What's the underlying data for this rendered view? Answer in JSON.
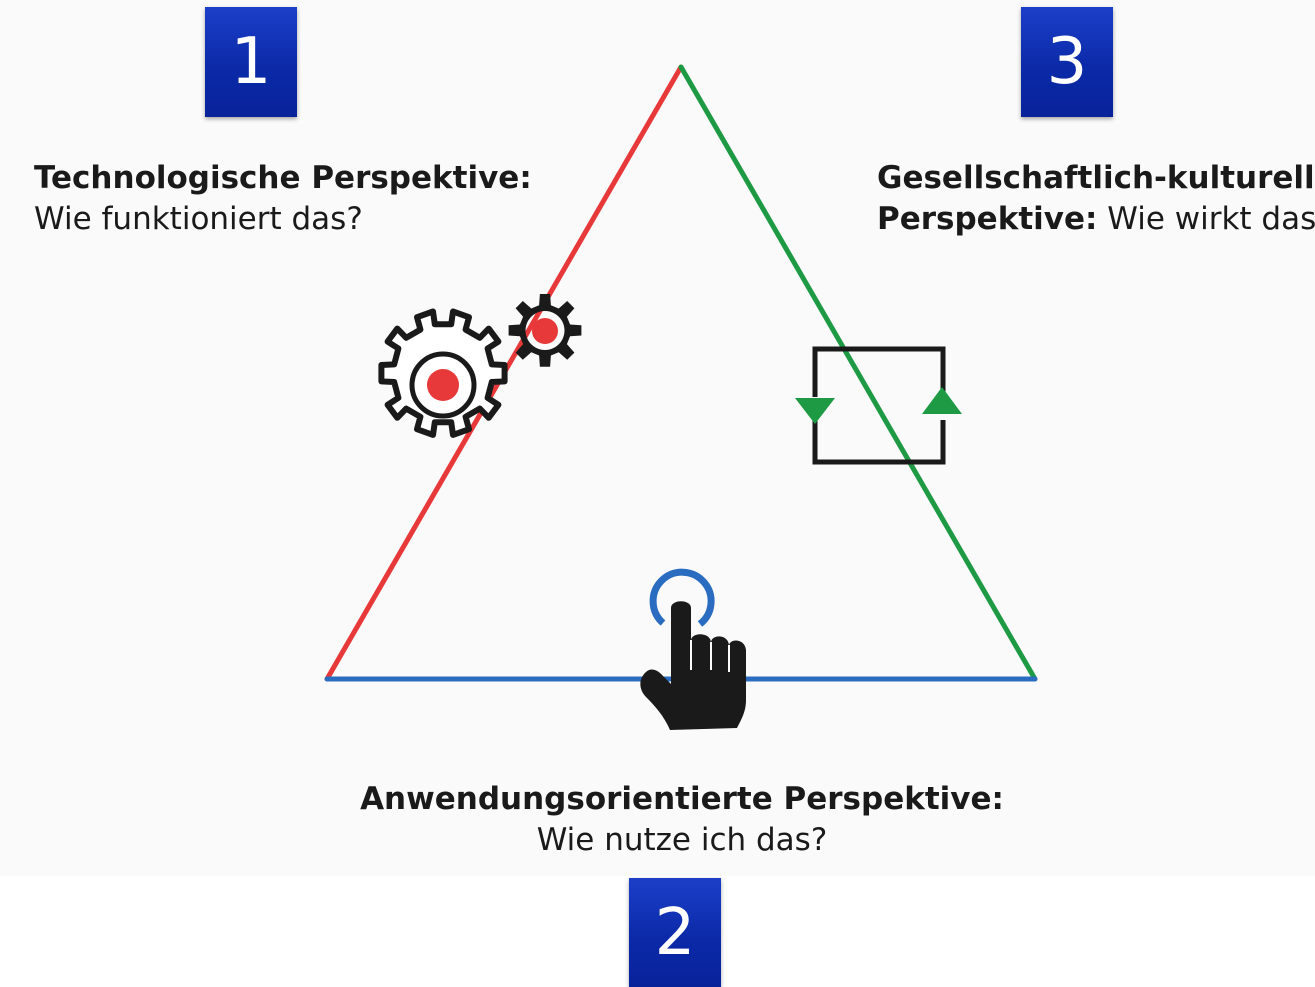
{
  "badges": {
    "one": "1",
    "two": "2",
    "three": "3"
  },
  "perspectives": {
    "technological": {
      "title": "Technologische Perspektive:",
      "question": "Wie funktioniert das?"
    },
    "cultural": {
      "title_line1": "Gesellschaftlich-kulturelle",
      "title_line2": "Perspektive:",
      "question": "Wie wirkt das?"
    },
    "application": {
      "title": "Anwendungsorientierte Perspektive:",
      "question": "Wie nutze ich das?"
    }
  },
  "colors": {
    "technological_edge": "#e8393a",
    "cultural_edge": "#1e9a45",
    "application_edge": "#2a6cc0",
    "badge": "#0b2aa8",
    "icon_dark": "#1a1a1a",
    "icon_red": "#e8393a",
    "icon_green": "#1e9a45",
    "icon_blue": "#2a6cc0"
  },
  "icons": [
    "gears-icon",
    "cycle-arrows-icon",
    "touch-hand-icon"
  ]
}
